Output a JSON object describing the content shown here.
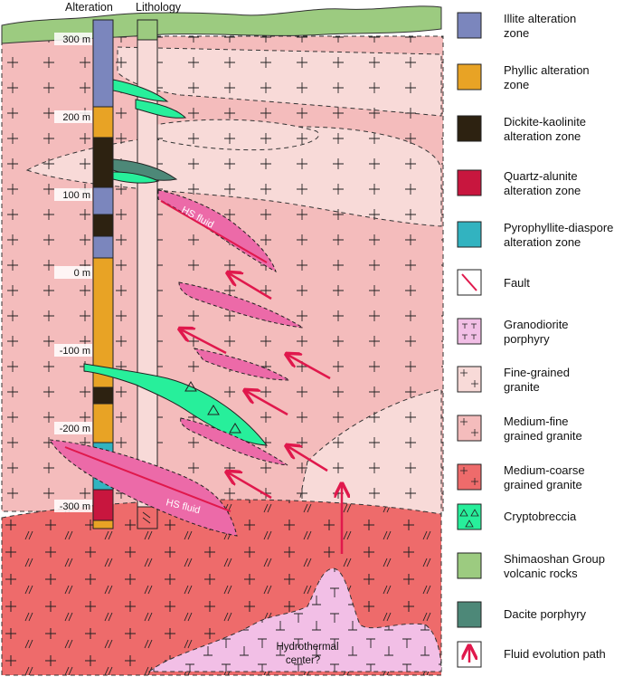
{
  "columns": {
    "alteration": "Alteration",
    "lithology": "Lithology"
  },
  "depth_labels": [
    "300 m",
    "200 m",
    "100 m",
    "0 m",
    "-100 m",
    "-200 m",
    "-300 m"
  ],
  "annotations": {
    "hs_fluid_upper": "HS fluid",
    "hs_fluid_lower": "HS fluid",
    "hydrothermal_center_line1": "Hydrothermal",
    "hydrothermal_center_line2": "center?"
  },
  "colors": {
    "illite": "#7b86bd",
    "phyllic": "#e8a325",
    "dickite": "#2d2211",
    "quartz_alunite": "#c8163e",
    "pyrophyllite": "#32b3c0",
    "fault": "#e0184c",
    "granodiorite": "#f2bfe6",
    "fine_granite": "#f8dad8",
    "medium_fine": "#f4bcbc",
    "medium_coarse": "#ee6b6b",
    "cryptobreccia": "#27ef9b",
    "shimaoshan": "#9ccb80",
    "dacite": "#4d8878",
    "fluid_path": "#e0184c",
    "hs_fluid": "#ec6aa8"
  },
  "legend": {
    "illite": [
      "Illite alteration",
      "zone"
    ],
    "phyllic": [
      "Phyllic alteration",
      "zone"
    ],
    "dickite": [
      "Dickite-kaolinite",
      "alteration zone"
    ],
    "quartz_alunite": [
      "Quartz-alunite",
      "alteration zone"
    ],
    "pyrophyllite": [
      "Pyrophyllite-diaspore",
      "alteration zone"
    ],
    "fault": [
      "Fault"
    ],
    "granodiorite": [
      "Granodiorite",
      "porphyry"
    ],
    "fine_granite": [
      "Fine-grained",
      "granite"
    ],
    "medium_fine": [
      "Medium-fine",
      "grained  granite"
    ],
    "medium_coarse": [
      "Medium-coarse",
      "grained granite"
    ],
    "cryptobreccia": [
      "Cryptobreccia"
    ],
    "shimaoshan": [
      "Shimaoshan Group",
      "volcanic rocks"
    ],
    "dacite": [
      "Dacite porphyry"
    ],
    "fluid_path": [
      "Fluid evolution path"
    ]
  }
}
